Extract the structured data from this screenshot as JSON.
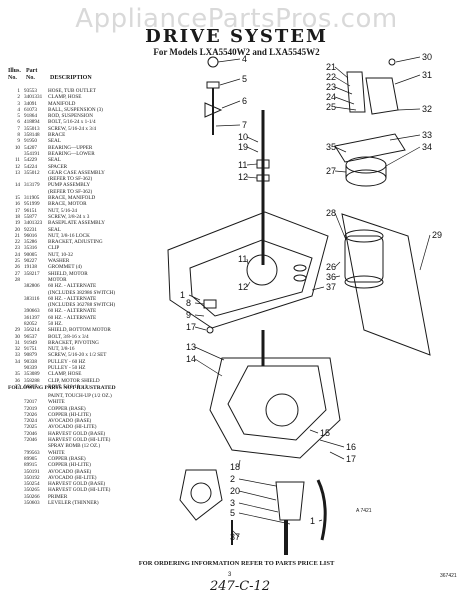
{
  "watermark": "AppliancePartsPros.com",
  "title": "DRIVE SYSTEM",
  "subtitle": "For Models LXA5540W2 and LXA5545W2",
  "header": {
    "illus": "Illus.",
    "part": "Part",
    "no": "No.",
    "no2": "No.",
    "description": "DESCRIPTION"
  },
  "parts": [
    {
      "n": "1",
      "p": "93553",
      "d": "HOSE, TUB OUTLET"
    },
    {
      "n": "2",
      "p": "3401331",
      "d": "CLAMP, HOSE"
    },
    {
      "n": "3",
      "p": "34091",
      "d": "MANIFOLD"
    },
    {
      "n": "4",
      "p": "61073",
      "d": "BALL, SUSPENSION (3)"
    },
    {
      "n": "5",
      "p": "91864",
      "d": "ROD, SUSPENSION"
    },
    {
      "n": "6",
      "p": "418894",
      "d": "BOLT, 5/16-24 x 1-1/4"
    },
    {
      "n": "7",
      "p": "355013",
      "d": "SCREW, 5/16-24 x 3/4"
    },
    {
      "n": "8",
      "p": "358148",
      "d": "BRACE"
    },
    {
      "n": "9",
      "p": "91950",
      "d": "SEAL"
    },
    {
      "n": "10",
      "p": "54207",
      "d": "BEARING—UPPER"
    },
    {
      "n": "",
      "p": "354191",
      "d": "BEARING—LOWER"
    },
    {
      "n": "11",
      "p": "54229",
      "d": "SEAL"
    },
    {
      "n": "12",
      "p": "54224",
      "d": "SPACER"
    },
    {
      "n": "13",
      "p": "355012",
      "d": "GEAR CASE ASSEMBLY"
    },
    {
      "n": "",
      "p": "",
      "d": "(REFER TO SF-362)"
    },
    {
      "n": "14",
      "p": "313179",
      "d": "PUMP ASSEMBLY"
    },
    {
      "n": "",
      "p": "",
      "d": "(REFER TO SF-362)"
    },
    {
      "n": "15",
      "p": "311905",
      "d": "BRACE, MANIFOLD"
    },
    {
      "n": "16",
      "p": "951999",
      "d": "BRACE, MOTOR"
    },
    {
      "n": "17",
      "p": "96151",
      "d": "NUT, 5/16-24"
    },
    {
      "n": "18",
      "p": "55877",
      "d": "SCREW, 3/8-24 x 3"
    },
    {
      "n": "19",
      "p": "3401323",
      "d": "BASEPLATE ASSEMBLY"
    },
    {
      "n": "20",
      "p": "92231",
      "d": "SEAL"
    },
    {
      "n": "21",
      "p": "96016",
      "d": "NUT, 3/8-16 LOCK"
    },
    {
      "n": "22",
      "p": "35286",
      "d": "BRACKET, ADJUSTING"
    },
    {
      "n": "23",
      "p": "35316",
      "d": "CLIP"
    },
    {
      "n": "24",
      "p": "90005",
      "d": "NUT, 10-32"
    },
    {
      "n": "25",
      "p": "90227",
      "d": "WASHER"
    },
    {
      "n": "26",
      "p": "19138",
      "d": "GROMMET (4)"
    },
    {
      "n": "27",
      "p": "358217",
      "d": "SHIELD, MOTOR"
    },
    {
      "n": "28",
      "p": "",
      "d": "MOTOR"
    },
    {
      "n": "",
      "p": "382806",
      "d": "60 HZ. - ALTERNATE"
    },
    {
      "n": "",
      "p": "",
      "d": "(INCLUDES 382986 SWITCH)"
    },
    {
      "n": "",
      "p": "383116",
      "d": "60 HZ. - ALTERNATE"
    },
    {
      "n": "",
      "p": "",
      "d": "(INCLUDES 362788 SWITCH)"
    },
    {
      "n": "",
      "p": "390663",
      "d": "60 HZ. - ALTERNATE"
    },
    {
      "n": "",
      "p": "361397",
      "d": "60 HZ. - ALTERNATE"
    },
    {
      "n": "",
      "p": "82052",
      "d": "50 HZ."
    },
    {
      "n": "29",
      "p": "356214",
      "d": "SHIELD, BOTTOM MOTOR"
    },
    {
      "n": "30",
      "p": "96537",
      "d": "BOLT, 3/8-16 x 3/4"
    },
    {
      "n": "31",
      "p": "91949",
      "d": "BRACKET, PIVOTING"
    },
    {
      "n": "32",
      "p": "91751",
      "d": "NUT, 3/8-16"
    },
    {
      "n": "33",
      "p": "90879",
      "d": "SCREW, 5/16-20 x 1/2 SET"
    },
    {
      "n": "34",
      "p": "90338",
      "d": "PULLEY - 60 HZ"
    },
    {
      "n": "",
      "p": "90339",
      "d": "PULLEY - 50 HZ"
    },
    {
      "n": "35",
      "p": "353089",
      "d": "CLAMP, HOSE"
    },
    {
      "n": "36",
      "p": "358288",
      "d": "CLIP, MOTOR SHIELD"
    },
    {
      "n": "37",
      "p": "96867",
      "d": "BOLT, 5/16-18 x 1"
    }
  ],
  "section_title": "FOLLOWING PARTS NOT ILLUSTRATED",
  "paints": [
    {
      "p": "",
      "d": "PAINT, TOUCH-UP (1/2 OZ.)"
    },
    {
      "p": "72017",
      "d": "WHITE"
    },
    {
      "p": "72019",
      "d": "COPPER (BASE)"
    },
    {
      "p": "72026",
      "d": "COPPER (HI-LITE)"
    },
    {
      "p": "72024",
      "d": "AVOCADO (BASE)"
    },
    {
      "p": "72025",
      "d": "AVOCADO (HI-LITE)"
    },
    {
      "p": "72046",
      "d": "HARVEST GOLD (BASE)"
    },
    {
      "p": "72046",
      "d": "HARVEST GOLD (HI-LITE)"
    },
    {
      "p": "",
      "d": "SPRAY BOMB (12 OZ.)"
    },
    {
      "p": "799563",
      "d": "WHITE"
    },
    {
      "p": "89905",
      "d": "COPPER (BASE)"
    },
    {
      "p": "89915",
      "d": "COPPER (HI-LITE)"
    },
    {
      "p": "350191",
      "d": "AVOCADO (BASE)"
    },
    {
      "p": "350192",
      "d": "AVOCADO (HI-LITE)"
    },
    {
      "p": "350254",
      "d": "HARVEST GOLD (BASE)"
    },
    {
      "p": "350265",
      "d": "HARVEST GOLD (HI-LITE)"
    },
    {
      "p": "350266",
      "d": "PRIMER"
    },
    {
      "p": "350603",
      "d": "LEVELER (THINNER)"
    }
  ],
  "footer": "FOR ORDERING INFORMATION REFER TO PARTS PRICE LIST",
  "page_number": "3",
  "handwritten": "247-C-12",
  "figure_ref": "A 7421",
  "figure_code": "367421",
  "callouts": [
    "1",
    "2",
    "3",
    "4",
    "5",
    "6",
    "7",
    "8",
    "9",
    "10",
    "11",
    "12",
    "13",
    "14",
    "15",
    "16",
    "17",
    "18",
    "19",
    "20",
    "21",
    "22",
    "23",
    "24",
    "25",
    "26",
    "27",
    "28",
    "29",
    "30",
    "31",
    "32",
    "33",
    "34",
    "35",
    "36",
    "37"
  ]
}
